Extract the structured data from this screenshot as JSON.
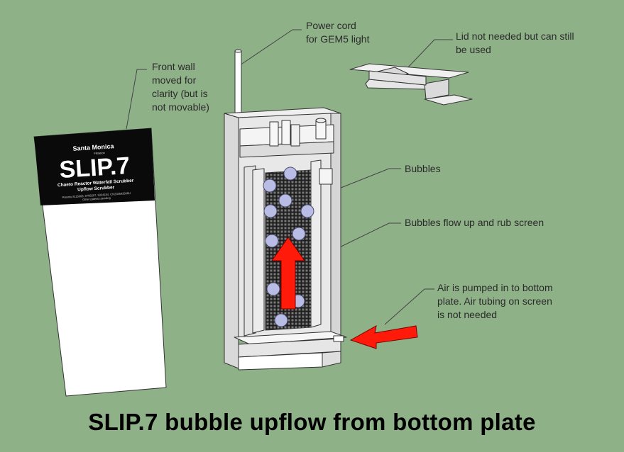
{
  "callouts": {
    "power_cord": "Power cord\nfor GEM5 light",
    "lid": "Lid not needed but can still\nbe used",
    "front_wall": "Front wall\nmoved for\nclarity (but is\nnot movable)",
    "bubbles": "Bubbles",
    "bubbles_flow": "Bubbles flow up and rub screen",
    "air": "Air is pumped in to bottom\nplate. Air tubing on screen\nis not needed"
  },
  "panel": {
    "brand": "Santa Monica",
    "brand_sub": "Filtration",
    "model": "SLIP.7",
    "line1": "Chaeto Reactor   Waterfall Scrubber",
    "line2": "Upflow Scrubber",
    "patents": "Patents 8115008, 9708207, 9334184, CN203592608U",
    "patents_pending": "Other patents pending"
  },
  "caption": "SLIP.7 bubble upflow from bottom plate",
  "colors": {
    "background": "#8fb188",
    "arrow": "#ff1a0a",
    "bubble": "#b9bde6",
    "panel_header": "#0a0a0a"
  }
}
